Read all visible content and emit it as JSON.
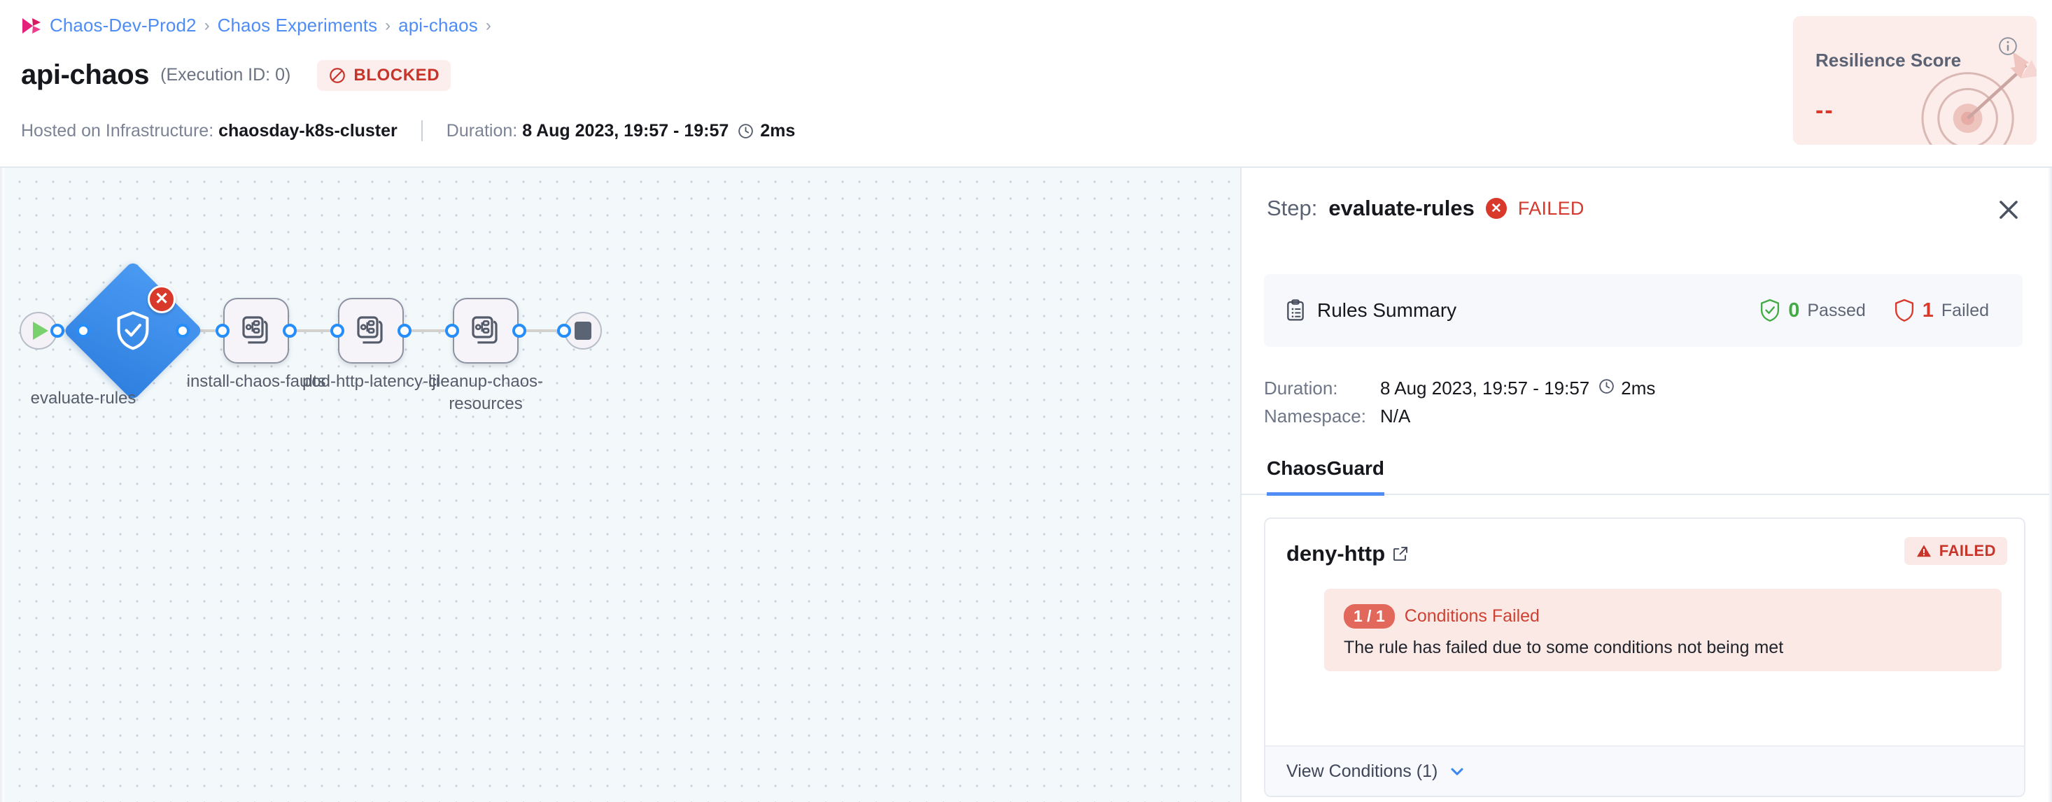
{
  "breadcrumb": {
    "logo_icon": "harness-logo-icon",
    "items": [
      "Chaos-Dev-Prod2",
      "Chaos Experiments",
      "api-chaos"
    ],
    "separator": "›",
    "trailing_separator": "›"
  },
  "header": {
    "title": "api-chaos",
    "execution_id": "(Execution ID: 0)",
    "status_badge": {
      "label": "BLOCKED",
      "icon": "prohibited-icon",
      "color": "#c7342a",
      "bg": "#fdeeee"
    },
    "meta": {
      "infra_label": "Hosted on Infrastructure:",
      "infra_value": "chaosday-k8s-cluster",
      "duration_label": "Duration:",
      "duration_value": "8 Aug 2023, 19:57 - 19:57",
      "duration_icon": "clock-icon",
      "duration_time": "2ms"
    },
    "resilience": {
      "title": "Resilience Score",
      "value": "--",
      "info_icon": "info-circle-icon",
      "art_icon": "target-dartboard-icon",
      "bg": "#fcecea",
      "value_color": "#d9392b"
    }
  },
  "canvas": {
    "start_node": {
      "name": "start-node",
      "icon": "play-icon"
    },
    "end_node": {
      "name": "end-node",
      "icon": "stop-icon"
    },
    "nodes": [
      {
        "id": "evaluate-rules",
        "label": "evaluate-rules",
        "shape": "diamond",
        "icon": "shield-check-icon",
        "status": "failed",
        "badge_icon": "x-circle-icon",
        "badge": "✕"
      },
      {
        "id": "install-chaos-faults",
        "label": "install-chaos-faults",
        "shape": "square",
        "icon": "chaos-fault-icon"
      },
      {
        "id": "pod-http-latency-lji",
        "label": "pod-http-latency-lji",
        "shape": "square",
        "icon": "chaos-fault-icon"
      },
      {
        "id": "cleanup-chaos-resources",
        "label": "cleanup-chaos-resources",
        "shape": "square",
        "icon": "chaos-fault-icon"
      }
    ]
  },
  "panel": {
    "step_prefix": "Step:",
    "step_name": "evaluate-rules",
    "status": "FAILED",
    "status_icon": "x-circle-icon",
    "close_icon": "close-icon",
    "rules_summary": {
      "icon": "clipboard-icon",
      "title": "Rules Summary",
      "passed_count": "0",
      "passed_label": "Passed",
      "passed_icon": "shield-check-icon",
      "failed_count": "1",
      "failed_label": "Failed",
      "failed_icon": "shield-outline-icon"
    },
    "duration_key": "Duration:",
    "duration_value": "8 Aug 2023, 19:57 - 19:57",
    "duration_icon": "clock-icon",
    "duration_time": "2ms",
    "namespace_key": "Namespace:",
    "namespace_value": "N/A",
    "tabs": [
      {
        "label": "ChaosGuard",
        "active": true
      }
    ],
    "rule": {
      "name": "deny-http",
      "external_link_icon": "external-link-icon",
      "status_badge": {
        "label": "FAILED",
        "icon": "warning-triangle-icon"
      },
      "condition": {
        "pill": "1 / 1",
        "title": "Conditions Failed",
        "description": "The rule has failed due to some conditions not being met"
      },
      "footer_link": "View Conditions (1)",
      "footer_chevron_icon": "chevron-down-icon"
    }
  }
}
